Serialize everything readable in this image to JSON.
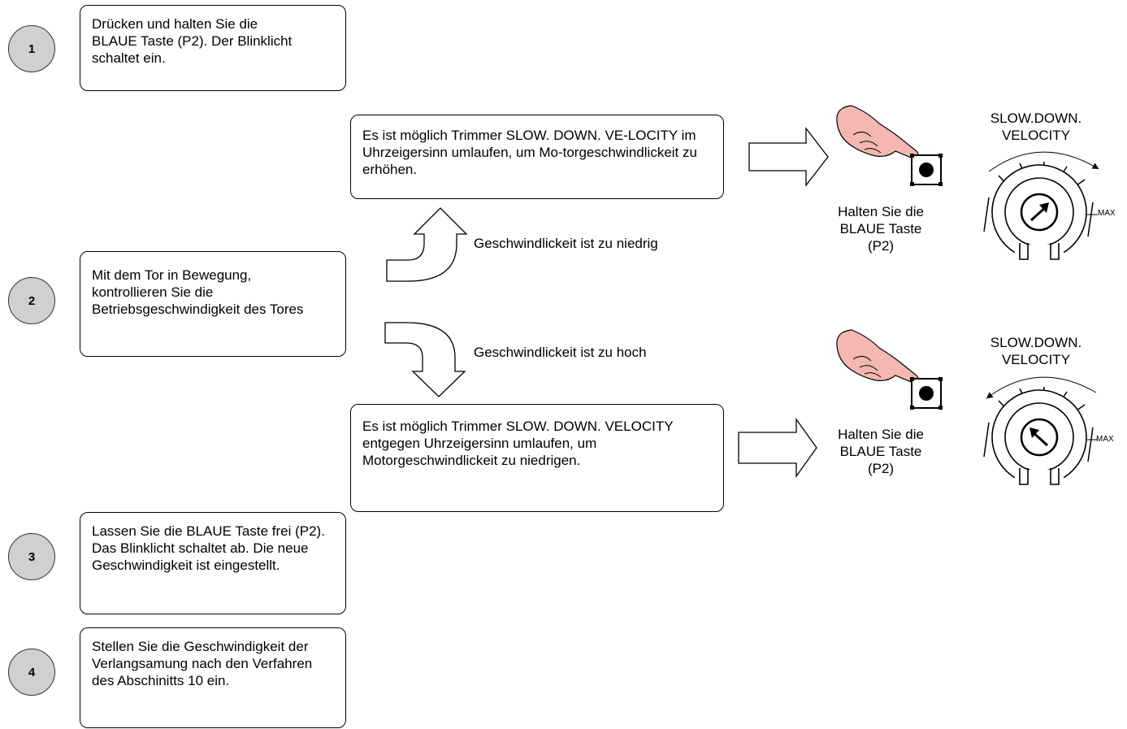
{
  "steps": [
    {
      "number": "1",
      "text": "Drücken und halten Sie die BLAUE Taste (P2). Der Blinklicht schaltet ein."
    },
    {
      "number": "2",
      "text": "Mit dem Tor in Bewegung, kontrollieren Sie die Betriebsgeschwindigkeit des Tores"
    },
    {
      "number": "3",
      "text": "Lassen Sie die BLAUE Taste frei (P2). Das Blinklicht schaltet ab. Die neue Geschwindigkeit ist eingestellt."
    },
    {
      "number": "4",
      "text": "Stellen Sie die Geschwindigkeit der Verlangsamung nach den Verfahren des Abschinitts 10 ein."
    }
  ],
  "branches": {
    "low": {
      "condition": "Geschwindlickeit ist zu niedrig",
      "instruction": "Es ist möglich Trimmer SLOW. DOWN. VE-LOCITY im Uhrzeigersinn umlaufen, um Mo-torgeschwindlickeit zu erhöhen.",
      "hold_label": "Halten Sie die BLAUE Taste (P2)",
      "trimmer_title_line1": "SLOW.DOWN.",
      "trimmer_title_line2": "VELOCITY",
      "trimmer_max": "MAX",
      "direction": "clockwise",
      "icons": [
        "hand-press-icon",
        "push-button-icon",
        "trimmer-dial-icon"
      ]
    },
    "high": {
      "condition": "Geschwindlickeit ist zu hoch",
      "instruction": "Es ist möglich Trimmer SLOW. DOWN. VELOCITY entgegen Uhrzeigersinn umlaufen, um Motorgeschwindlickeit zu niedrigen.",
      "hold_label": "Halten Sie die BLAUE Taste (P2)",
      "trimmer_title_line1": "SLOW.DOWN.",
      "trimmer_title_line2": "VELOCITY",
      "trimmer_max": "MAX",
      "direction": "counterclockwise",
      "icons": [
        "hand-press-icon",
        "push-button-icon",
        "trimmer-dial-icon"
      ]
    }
  },
  "colors": {
    "step_circle": "#d0d0d0",
    "hand_fill": "#f4b8b0",
    "outline": "#000000"
  }
}
